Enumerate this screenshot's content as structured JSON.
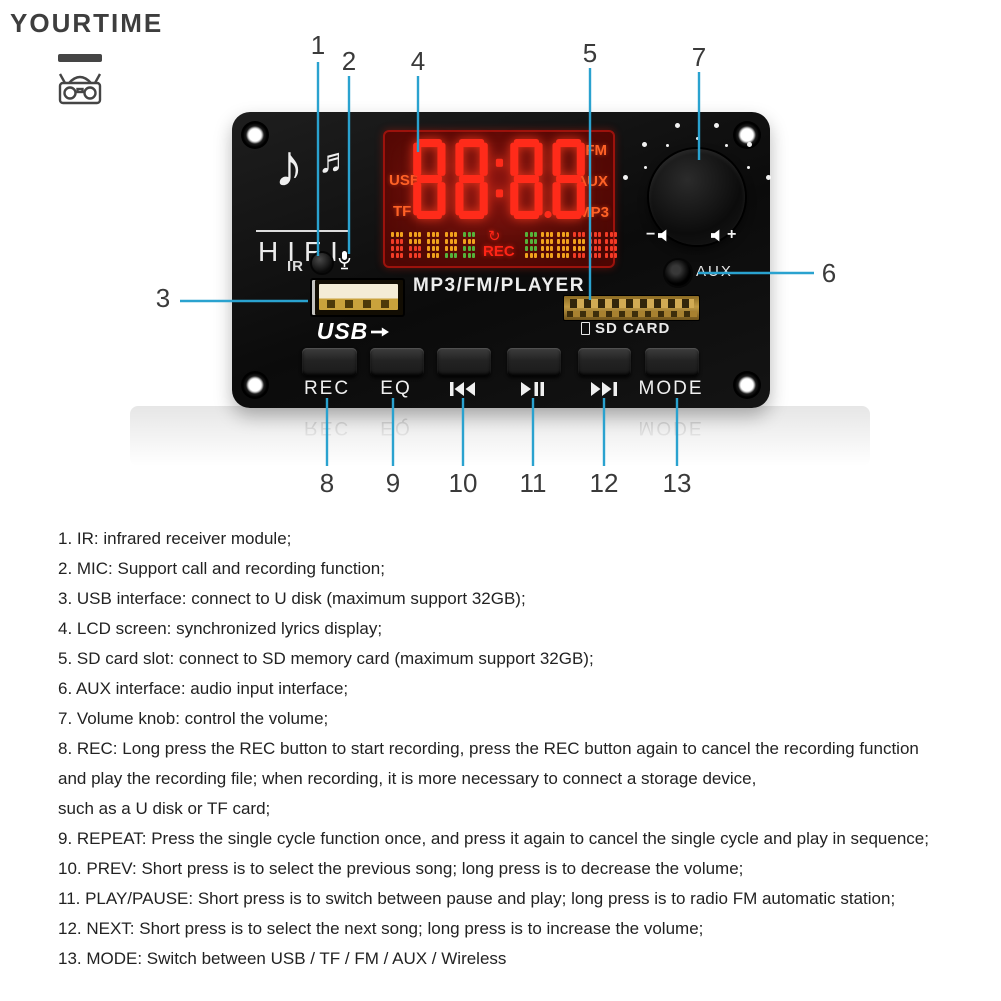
{
  "brand": {
    "name": "YOURTIME"
  },
  "callouts": {
    "line_color": "#2aa2cf",
    "labels": [
      "1",
      "2",
      "3",
      "4",
      "5",
      "6",
      "7",
      "8",
      "9",
      "10",
      "11",
      "12",
      "13"
    ]
  },
  "board": {
    "hifi": "HIFI",
    "ir": "IR",
    "caption": "MP3/FM/PLAYER",
    "usb_logo": "USB",
    "sd_card": "SD CARD",
    "aux": "AUX",
    "volume_minus": "−",
    "volume_plus": "+",
    "display": {
      "left_labels": [
        "USB",
        "TF"
      ],
      "right_labels": [
        "FM",
        "AUX",
        "MP3"
      ],
      "digits": "88:88",
      "repeat_icon": "↻",
      "rec": "REC",
      "digit_color": "#ff2b1a",
      "spectrum": {
        "palette": {
          "r": "#f23b26",
          "y": "#f1a11c",
          "g": "#56b23a"
        },
        "left": [
          [
            "y",
            "r",
            "r",
            "r"
          ],
          [
            "y",
            "y",
            "r",
            "r"
          ],
          [
            "y",
            "y",
            "y",
            "y"
          ],
          [
            "y",
            "y",
            "y",
            "g"
          ],
          [
            "g",
            "y",
            "g",
            "g"
          ]
        ],
        "right": [
          [
            "g",
            "g",
            "g",
            "y"
          ],
          [
            "y",
            "y",
            "y",
            "y"
          ],
          [
            "y",
            "y",
            "y",
            "y"
          ],
          [
            "r",
            "y",
            "y",
            "r"
          ],
          [
            "r",
            "r",
            "r",
            "r"
          ],
          [
            "r",
            "r",
            "r",
            "r"
          ]
        ]
      }
    },
    "buttons": [
      {
        "label": "REC",
        "icon": null
      },
      {
        "label": "EQ",
        "icon": null
      },
      {
        "label": "",
        "icon": "prev"
      },
      {
        "label": "",
        "icon": "play-pause"
      },
      {
        "label": "",
        "icon": "next"
      },
      {
        "label": "MODE",
        "icon": null
      }
    ]
  },
  "legend": {
    "lines": [
      "1. IR: infrared receiver module;",
      "2. MIC: Support call and recording function;",
      "3. USB interface: connect to U disk (maximum support 32GB);",
      "4. LCD screen: synchronized lyrics display;",
      "5. SD card slot: connect to SD memory card (maximum support 32GB);",
      "6. AUX interface: audio input interface;",
      "7. Volume knob: control the volume;",
      "8. REC: Long press the REC button to start recording, press the REC button again to cancel the recording function",
      "and play the recording file; when recording, it is more necessary to connect a storage device,",
      "such as a U disk or TF card;",
      "9. REPEAT: Press the single cycle function once, and press it again to cancel the single cycle and play in sequence;",
      "10. PREV: Short press is to select the previous song; long press is to decrease the volume;",
      "11. PLAY/PAUSE: Short press is to switch between pause and play; long press is to radio FM automatic station;",
      "12. NEXT: Short press is to select the next song; long press is to increase the volume;",
      "13. MODE: Switch between USB / TF / FM / AUX / Wireless"
    ]
  }
}
